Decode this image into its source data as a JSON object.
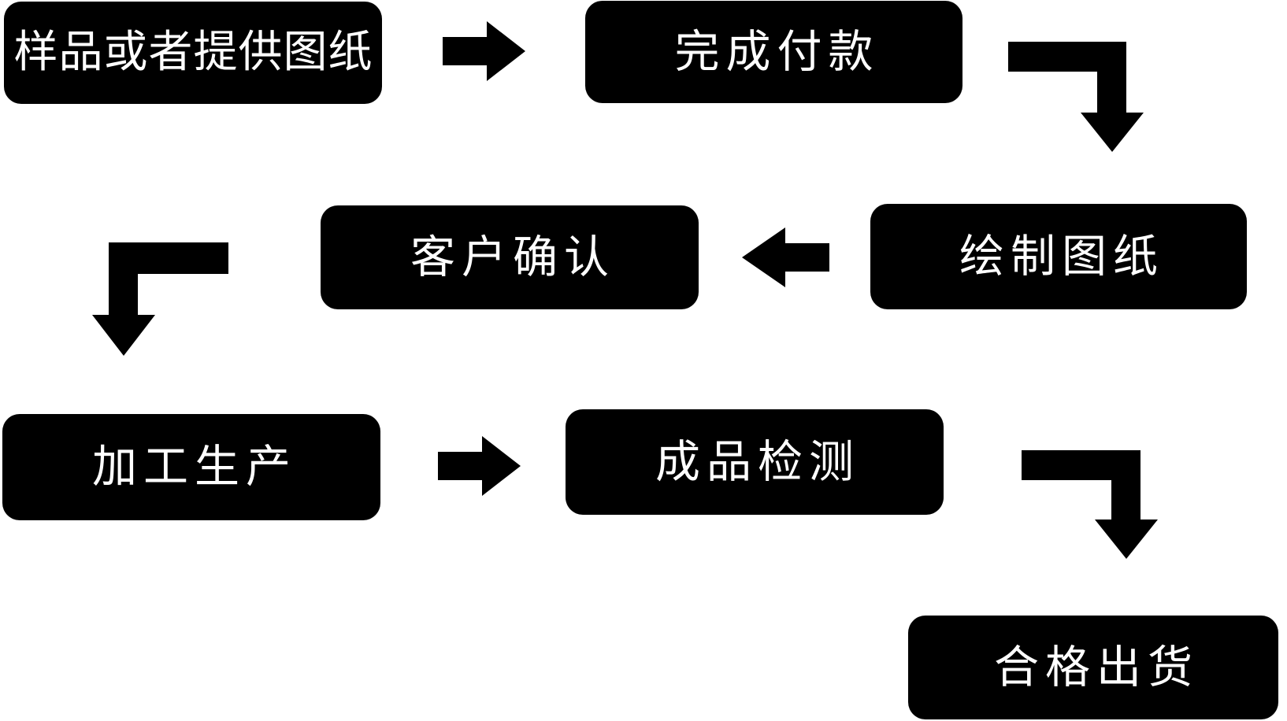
{
  "diagram": {
    "background_color": "#ffffff",
    "node_fill_color": "#000000",
    "node_text_color": "#ffffff",
    "arrow_color": "#000000",
    "steps": [
      {
        "label": "样品或者提供图纸"
      },
      {
        "label": "完成付款"
      },
      {
        "label": "绘制图纸"
      },
      {
        "label": "客户确认"
      },
      {
        "label": "加工生产"
      },
      {
        "label": "成品检测"
      },
      {
        "label": "合格出货"
      }
    ],
    "connections": [
      {
        "from": "样品或者提供图纸",
        "to": "完成付款",
        "arrow": "right"
      },
      {
        "from": "完成付款",
        "to": "绘制图纸",
        "arrow": "elbow-right-down"
      },
      {
        "from": "绘制图纸",
        "to": "客户确认",
        "arrow": "left"
      },
      {
        "from": "客户确认",
        "to": "加工生产",
        "arrow": "elbow-left-down"
      },
      {
        "from": "加工生产",
        "to": "成品检测",
        "arrow": "right"
      },
      {
        "from": "成品检测",
        "to": "合格出货",
        "arrow": "elbow-right-down"
      }
    ]
  }
}
